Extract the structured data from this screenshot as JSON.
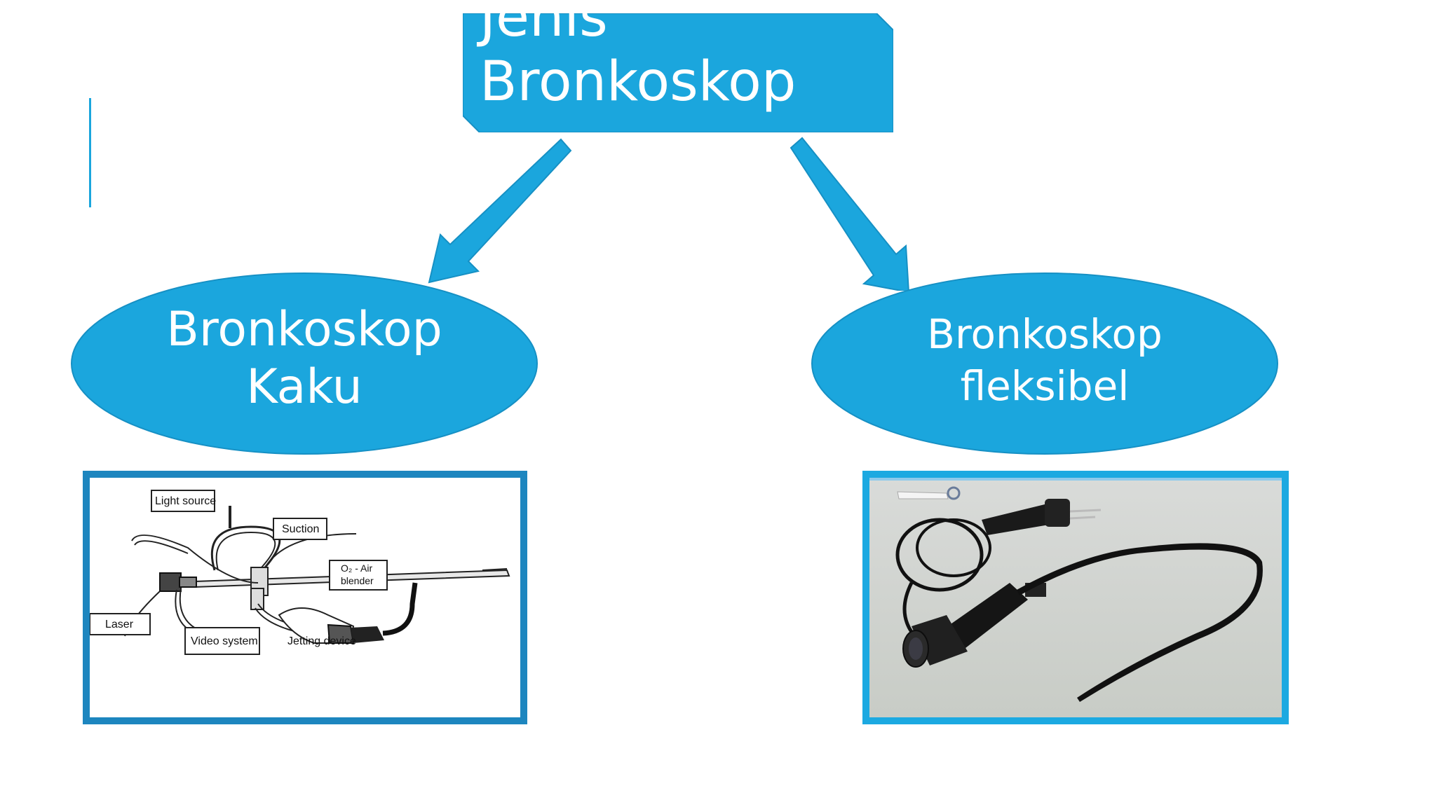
{
  "title": {
    "line1": "Jenis",
    "line2": "Bronkoskop"
  },
  "left_node": {
    "line1": "Bronkoskop",
    "line2": "Kaku"
  },
  "right_node": {
    "line1": "Bronkoskop",
    "line2": "fleksibel"
  },
  "rigid_diagram_labels": {
    "light_source": "Light source",
    "suction": "Suction",
    "o2_air_blender_1": "O₂ - Air",
    "o2_air_blender_2": "blender",
    "laser": "Laser",
    "video_system": "Video system",
    "jetting_device": "Jetting device"
  },
  "colors": {
    "accent": "#1ba6dd",
    "shape_fill": "#1ba6dd",
    "shape_stroke": "#1690c4",
    "left_frame": "#1d86bf",
    "right_frame": "#1ca9e1"
  }
}
